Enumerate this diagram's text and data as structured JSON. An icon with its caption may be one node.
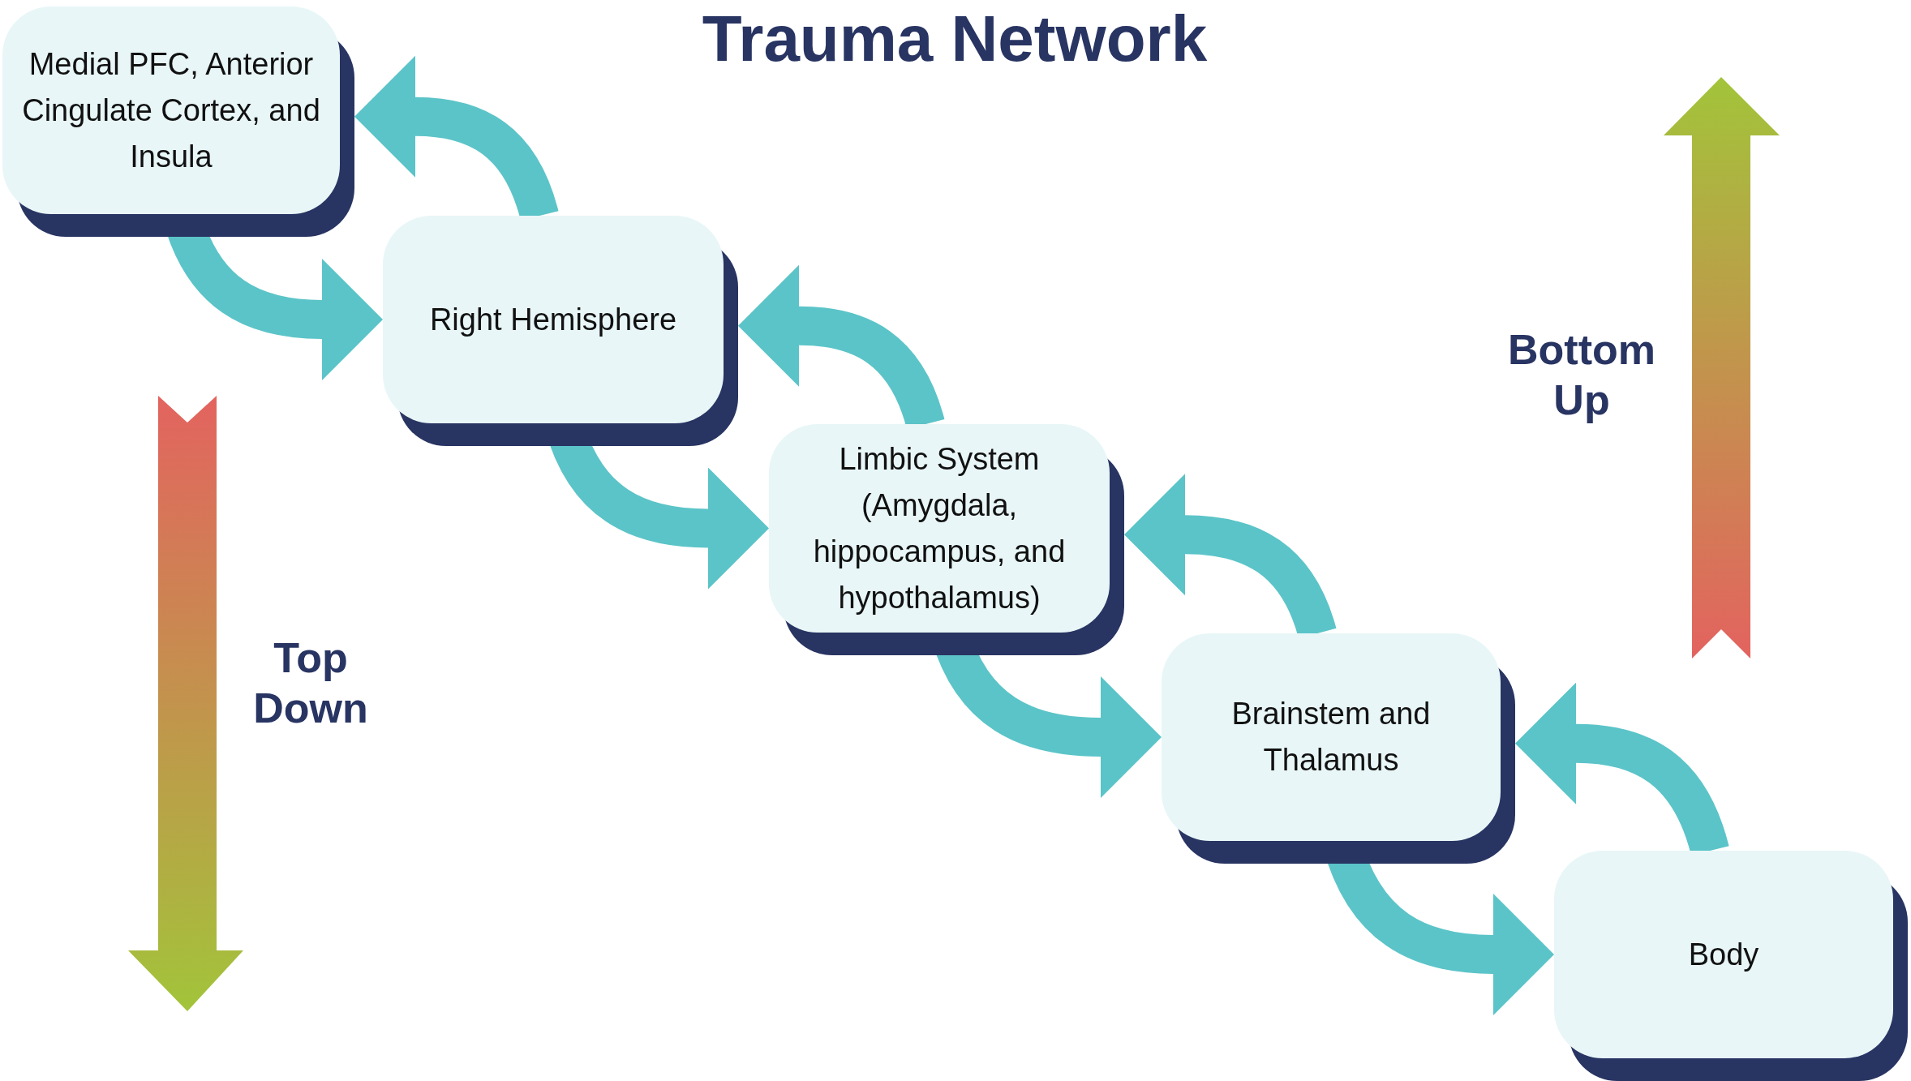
{
  "diagram": {
    "title": "Trauma Network",
    "nodes": [
      {
        "text": [
          "Medial PFC, Anterior Cingulate Cortex, and Insula"
        ]
      },
      {
        "text": [
          "Right Hemisphere"
        ]
      },
      {
        "text": [
          "Limbic System (Amygdala, hippocampus, and hypothalamus)"
        ]
      },
      {
        "text": [
          "Brainstem and Thalamus"
        ]
      },
      {
        "text": [
          "Body"
        ]
      }
    ],
    "edges": [
      {
        "from": 0,
        "to": 1,
        "arrow": "to"
      },
      {
        "from": 1,
        "to": 0,
        "arrow": "to"
      },
      {
        "from": 1,
        "to": 2,
        "arrow": "to"
      },
      {
        "from": 2,
        "to": 1,
        "arrow": "to"
      },
      {
        "from": 2,
        "to": 3,
        "arrow": "to"
      },
      {
        "from": 3,
        "to": 2,
        "arrow": "to"
      },
      {
        "from": 3,
        "to": 4,
        "arrow": "to"
      },
      {
        "from": 4,
        "to": 3,
        "arrow": "to"
      }
    ],
    "labels": [
      "Bottom Up",
      "Top Down"
    ]
  }
}
